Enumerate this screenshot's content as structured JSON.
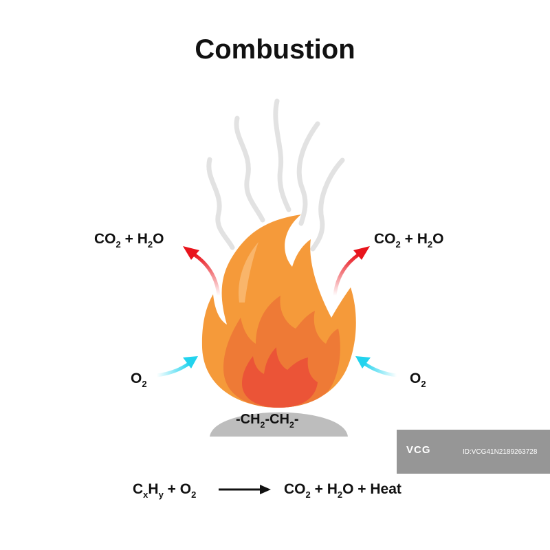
{
  "title": "Combustion",
  "labels": {
    "product": {
      "co": "CO",
      "co_sub": "2",
      "plus": " + ",
      "h": "H",
      "h_sub": "2",
      "o": "O"
    },
    "reactant": {
      "o": "O",
      "o_sub": "2"
    },
    "fuel": {
      "lead": "-CH",
      "sub1": "2",
      "mid": "-CH",
      "sub2": "2",
      "tail": "-"
    }
  },
  "equation": {
    "c": "C",
    "x": "x",
    "h": "H",
    "y": "y",
    "plus1": " + ",
    "o": "O",
    "o_sub": "2",
    "co": "CO",
    "co_sub": "2",
    "plus2": " + ",
    "h2": "H",
    "h2_sub": "2",
    "o2": "O",
    "rest": " + Heat"
  },
  "watermark": {
    "logo": "VCG",
    "id": "ID:VCG41N2189263728"
  },
  "colors": {
    "flame_outer": "#F59A3A",
    "flame_mid": "#EE7A36",
    "flame_inner": "#EB5437",
    "smoke": "#E2E2E2",
    "fuel_base": "#BDBDBD",
    "arrow_out": "#E8141C",
    "arrow_in": "#22D3EE"
  },
  "icons": [
    "flame-icon",
    "smoke-icon",
    "arrow-out-icon",
    "arrow-in-icon"
  ]
}
